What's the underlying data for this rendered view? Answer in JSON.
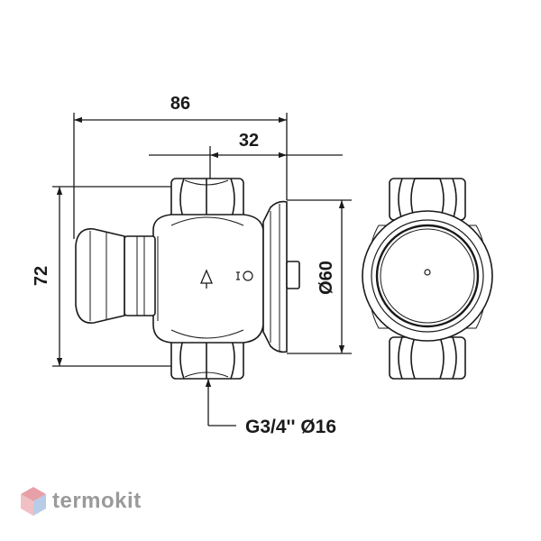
{
  "dimensions": {
    "width_overall": "86",
    "width_partial": "32",
    "height": "72",
    "diameter": "Ø60",
    "connection": "G3/4'' Ø16"
  },
  "brand": {
    "name": "termokit",
    "logo_icon": "cube-icon",
    "logo_colors": [
      "#e8a0a8",
      "#a8c0e0",
      "#d8d8d8"
    ]
  }
}
